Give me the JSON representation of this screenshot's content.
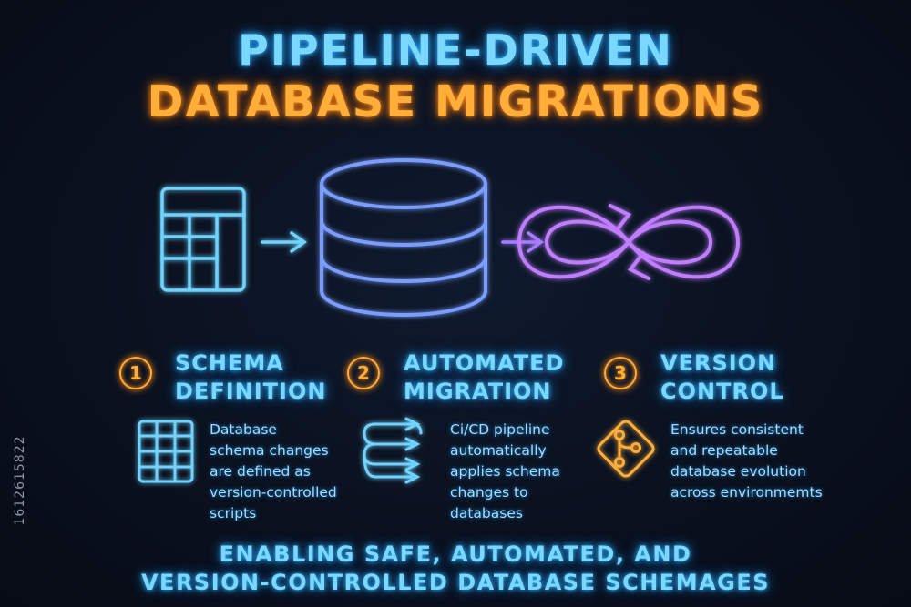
{
  "title": {
    "line1": "PIPELINE-DRIVEN",
    "line2": "DATABASE MIGRATIONS"
  },
  "steps": [
    {
      "number": "1",
      "heading_line1": "SCHEMA",
      "heading_line2": "DEFINITION",
      "icon": "schema-grid-icon",
      "description": [
        "Database",
        "schema changes",
        "are defined as",
        "version-controlled",
        "scripts"
      ]
    },
    {
      "number": "2",
      "heading_line1": "AUTOMATED",
      "heading_line2": "MIGRATION",
      "icon": "pipeline-arrows-icon",
      "description": [
        "Ci/CD pipeline",
        "automatically",
        "applies schema",
        "changes to",
        "databases"
      ]
    },
    {
      "number": "3",
      "heading_line1": "VERSION",
      "heading_line2": "CONTROL",
      "icon": "git-branch-icon",
      "description": [
        "Ensures consistent",
        "and repeatable",
        "database evolution",
        "across environmemts"
      ]
    }
  ],
  "footer": {
    "line1": "ENABLING SAFE, AUTOMATED, AND",
    "line2": "VERSION-CONTROLLED DATABASE SCHEMAGES"
  },
  "side_text": "1612615822",
  "colors": {
    "cyan": "#7ad8ff",
    "orange": "#ffae3a",
    "blue": "#4f8cff",
    "purple": "#b77bff"
  },
  "icons": {
    "top_flow": [
      "table-icon",
      "arrow-right-icon",
      "database-icon",
      "arrow-right-icon",
      "infinity-loop-icon"
    ]
  }
}
